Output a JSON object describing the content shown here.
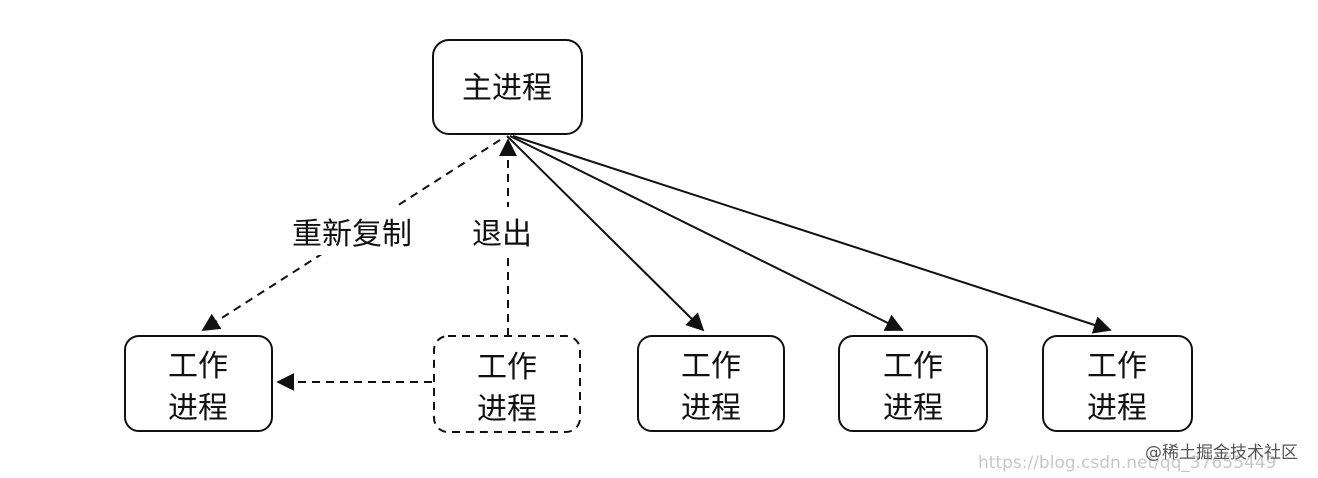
{
  "nodes": {
    "master": {
      "label": "主进程"
    },
    "worker_restarted": {
      "line1": "工作",
      "line2": "进程"
    },
    "worker_exited": {
      "line1": "工作",
      "line2": "进程"
    },
    "worker_2": {
      "line1": "工作",
      "line2": "进程"
    },
    "worker_3": {
      "line1": "工作",
      "line2": "进程"
    },
    "worker_4": {
      "line1": "工作",
      "line2": "进程"
    }
  },
  "edges": {
    "refork_label": "重新复制",
    "exit_label": "退出"
  },
  "watermark": {
    "url": "https://blog.csdn.net/qq_37655449",
    "brand": "@稀土掘金技术社区"
  },
  "colors": {
    "stroke": "#111111",
    "background": "#ffffff"
  }
}
